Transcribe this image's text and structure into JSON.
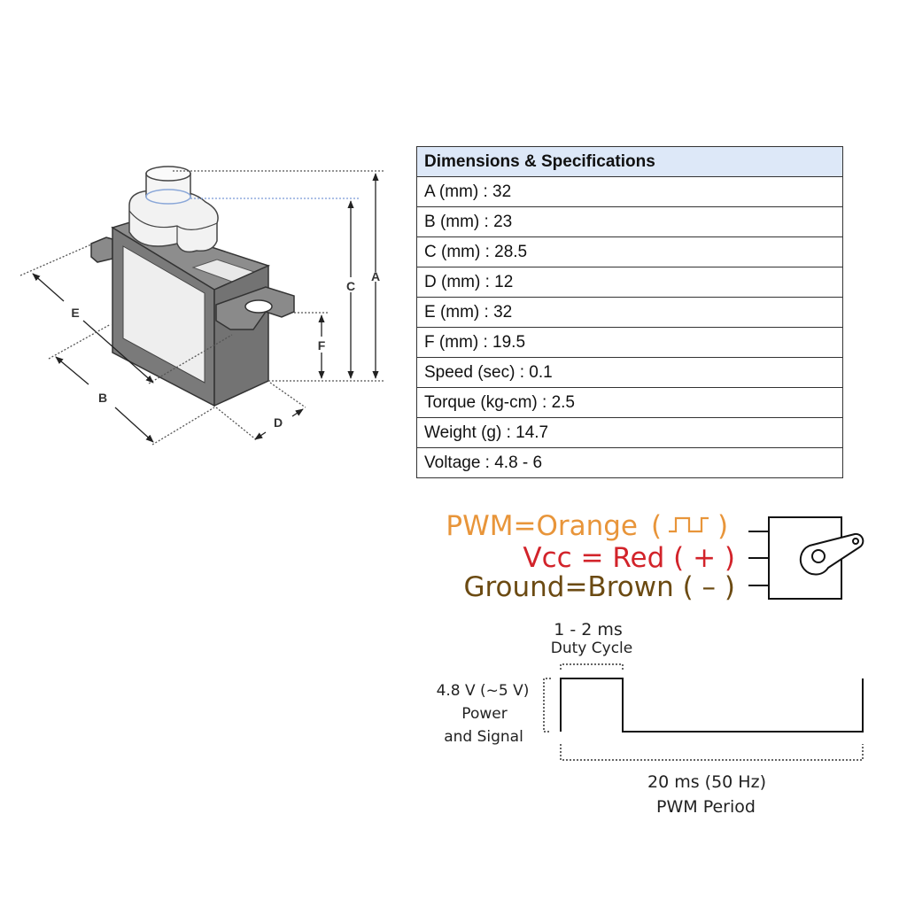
{
  "dimension_labels": {
    "a": "A",
    "b": "B",
    "c": "C",
    "d": "D",
    "e": "E",
    "f": "F"
  },
  "specs": {
    "title": "Dimensions & Specifications",
    "rows": [
      "A (mm) : 32",
      "B (mm) : 23",
      "C (mm) : 28.5",
      "D (mm) : 12",
      "E (mm) : 32",
      "F (mm) : 19.5",
      "Speed (sec) : 0.1",
      "Torque (kg-cm) : 2.5",
      "Weight (g) : 14.7",
      "Voltage : 4.8 - 6"
    ]
  },
  "pinout": {
    "pwm": {
      "label": "PWM=Orange",
      "open": "(",
      "close": ")",
      "color": "#e8953a"
    },
    "vcc": {
      "label": "Vcc = Red ( + )",
      "color": "#d2232a"
    },
    "gnd": {
      "label": "Ground=Brown ( – )",
      "color": "#6b4a12"
    }
  },
  "waveform": {
    "duty_value": "1 - 2 ms",
    "duty_label": "Duty Cycle",
    "voltage_value": "4.8 V (~5 V)",
    "voltage_label_1": "Power",
    "voltage_label_2": "and Signal",
    "period_value": "20 ms (50 Hz)",
    "period_label": "PWM Period"
  }
}
